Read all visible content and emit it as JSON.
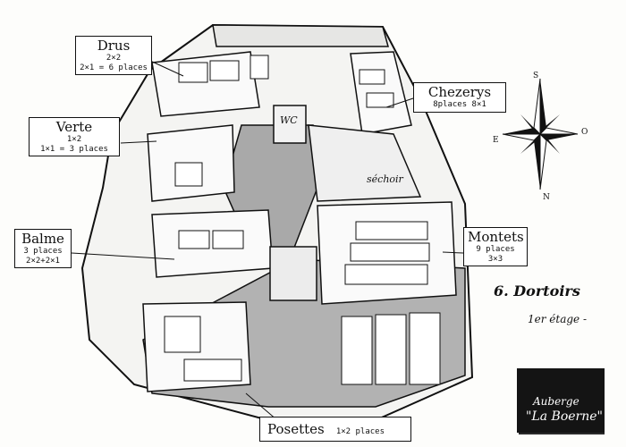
{
  "rooms": [
    {
      "name": "Drus",
      "line1": "2×2",
      "line2": "2×1 = 6 places"
    },
    {
      "name": "Verte",
      "line1": "1×2",
      "line2": "1×1 = 3 places"
    },
    {
      "name": "Balme",
      "line1": "3 places",
      "line2": "2×2+2×1"
    },
    {
      "name": "Chezerys",
      "line1": "8places 8×1"
    },
    {
      "name": "Montets",
      "line1": "9 places",
      "line2": "3×3"
    },
    {
      "name": "Posettes",
      "line1": "1×2 places"
    }
  ],
  "annotations": {
    "wc": "WC",
    "sechoir": "séchoir",
    "dortoirs": "6. Dortoirs",
    "etage": "1er étage -"
  },
  "compass": {
    "north": "N",
    "south": "S",
    "east": "E",
    "west": "O"
  },
  "logo": {
    "line1": "Auberge",
    "line2": "\"La Boerne\""
  }
}
